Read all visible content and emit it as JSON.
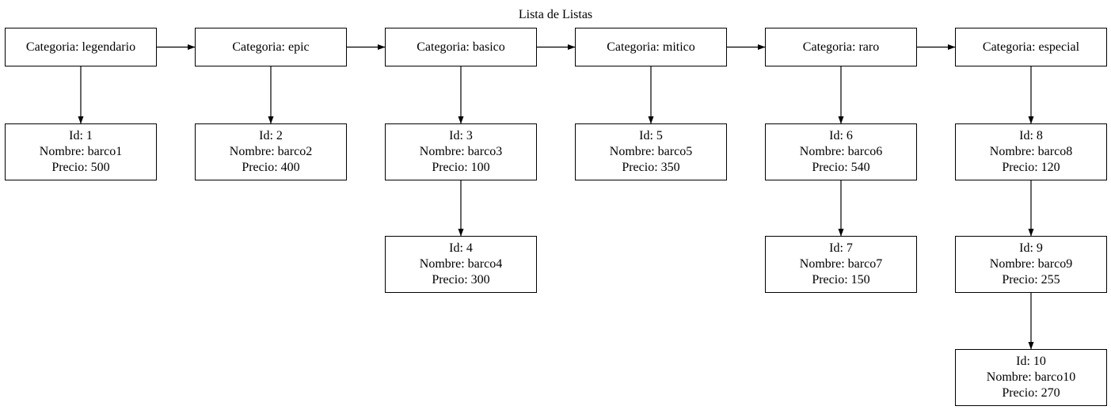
{
  "title": "Lista de Listas",
  "categories": [
    {
      "label": "Categoria: legendario",
      "items": [
        {
          "id": "Id: 1",
          "nombre": "Nombre: barco1",
          "precio": "Precio: 500"
        }
      ]
    },
    {
      "label": "Categoria: epic",
      "items": [
        {
          "id": "Id: 2",
          "nombre": "Nombre: barco2",
          "precio": "Precio: 400"
        }
      ]
    },
    {
      "label": "Categoria: basico",
      "items": [
        {
          "id": "Id: 3",
          "nombre": "Nombre: barco3",
          "precio": "Precio: 100"
        },
        {
          "id": "Id: 4",
          "nombre": "Nombre: barco4",
          "precio": "Precio: 300"
        }
      ]
    },
    {
      "label": "Categoria: mitico",
      "items": [
        {
          "id": "Id: 5",
          "nombre": "Nombre: barco5",
          "precio": "Precio: 350"
        }
      ]
    },
    {
      "label": "Categoria: raro",
      "items": [
        {
          "id": "Id: 6",
          "nombre": "Nombre: barco6",
          "precio": "Precio: 540"
        },
        {
          "id": "Id: 7",
          "nombre": "Nombre: barco7",
          "precio": "Precio: 150"
        }
      ]
    },
    {
      "label": "Categoria: especial",
      "items": [
        {
          "id": "Id: 8",
          "nombre": "Nombre: barco8",
          "precio": "Precio: 120"
        },
        {
          "id": "Id: 9",
          "nombre": "Nombre: barco9",
          "precio": "Precio: 255"
        },
        {
          "id": "Id: 10",
          "nombre": "Nombre: barco10",
          "precio": "Precio: 270"
        }
      ]
    }
  ]
}
